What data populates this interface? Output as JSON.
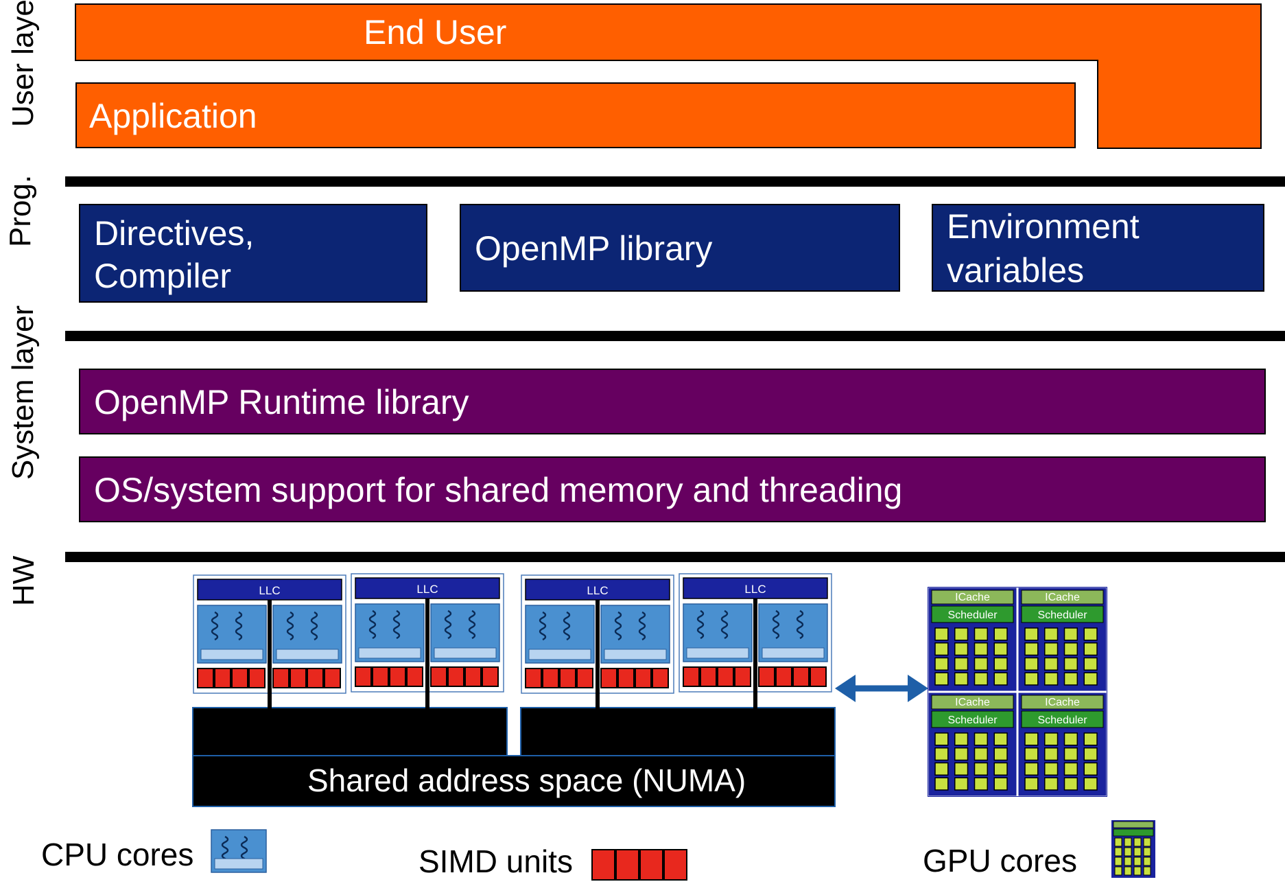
{
  "layer_labels": {
    "user": "User layer",
    "prog": "Prog.",
    "system": "System layer",
    "hw": "HW"
  },
  "user_layer": {
    "end_user": "End User",
    "application": "Application"
  },
  "prog_layer": {
    "directives_line1": "Directives,",
    "directives_line2": "Compiler",
    "library": "OpenMP library",
    "env_line1": "Environment",
    "env_line2": "variables"
  },
  "system_layer": {
    "runtime": "OpenMP Runtime library",
    "os": "OS/system support for shared memory and threading"
  },
  "hw": {
    "llc_label": "LLC",
    "numa_label": "Shared address space (NUMA)",
    "icache_label": "ICache",
    "scheduler_label": "Scheduler"
  },
  "legend": {
    "cpu": "CPU cores",
    "simd": "SIMD units",
    "gpu": "GPU cores"
  },
  "colors": {
    "orange": "#ff5f00",
    "navy": "#0c2574",
    "purple": "#660060",
    "simd_red": "#e8281e",
    "core_blue": "#4a90d0",
    "gpu_green": "#2e9a2e",
    "gpu_cell": "#c8e040",
    "arrow": "#1e5fa8"
  }
}
